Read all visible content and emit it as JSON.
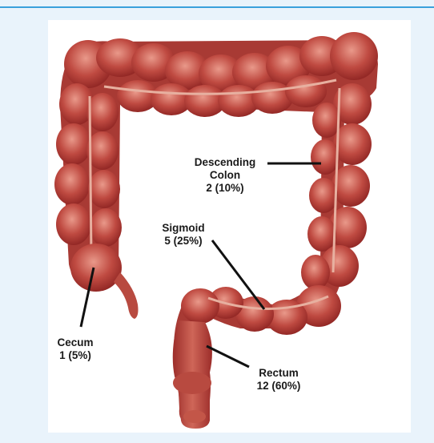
{
  "labels": {
    "descending": {
      "lines": [
        "Descending",
        "Colon",
        "2 (10%)"
      ]
    },
    "sigmoid": {
      "lines": [
        "Sigmoid",
        "5 (25%)"
      ]
    },
    "cecum": {
      "lines": [
        "Cecum",
        "1 (5%)"
      ]
    },
    "rectum": {
      "lines": [
        "Rectum",
        "12 (60%)"
      ]
    }
  },
  "colors": {
    "page_background": "#e9f3fb",
    "top_rule": "#3aa0dc",
    "tissue_dark": "#8e2422",
    "tissue_mid": "#b8443c",
    "tissue_light": "#dd8a7c",
    "leader_line": "#111111"
  }
}
